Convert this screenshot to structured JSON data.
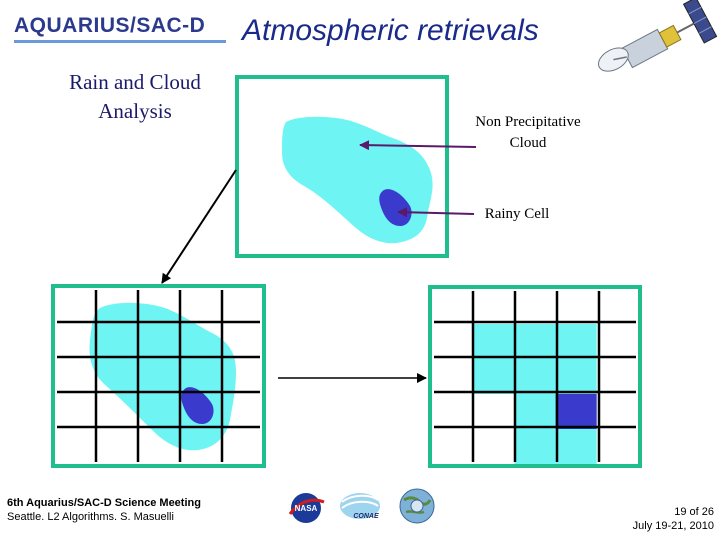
{
  "header": {
    "logo_text": "AQUARIUS/SAC-D",
    "title": "Atmospheric retrievals"
  },
  "subtitle": "Rain and Cloud Analysis",
  "annotations": {
    "non_precipitative": "Non Precipitative Cloud",
    "rainy_cell": "Rainy Cell"
  },
  "footer": {
    "meeting": "6th Aquarius/SAC-D Science Meeting",
    "author": "Seattle. L2 Algorithms. S. Masuelli",
    "page": "19 of  26",
    "date": "July 19-21, 2010"
  },
  "logos": {
    "nasa": "NASA",
    "conae": "CONAE"
  },
  "icons": [
    "satellite-icon",
    "nasa-logo-icon",
    "conae-logo-icon",
    "globe-logo-icon"
  ],
  "colors": {
    "frame_border": "#1fbe8c",
    "cloud": "#6ff4f4",
    "rain_cell": "#3a3acc",
    "arrow_purple": "#5a1a6a",
    "title": "#1a2a8a"
  },
  "grid_right": {
    "rows": 5,
    "cols": 5,
    "cells": [
      [
        0,
        0,
        0,
        0,
        0
      ],
      [
        0,
        1,
        1,
        1,
        0
      ],
      [
        0,
        1,
        1,
        1,
        0
      ],
      [
        0,
        0,
        1,
        2,
        0
      ],
      [
        0,
        0,
        1,
        1,
        0
      ]
    ]
  }
}
